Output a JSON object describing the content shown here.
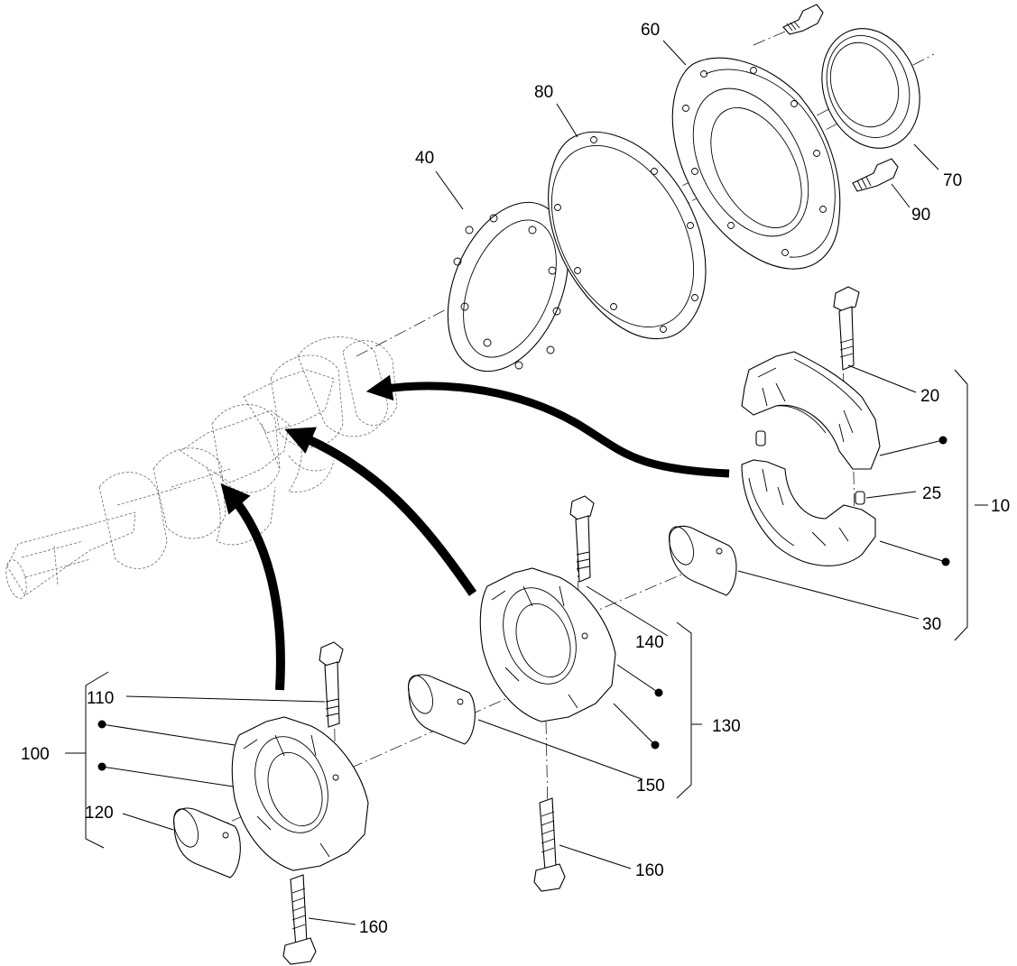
{
  "diagram": {
    "labels": {
      "p10": "10",
      "p20": "20",
      "p25": "25",
      "p30": "30",
      "p40": "40",
      "p60": "60",
      "p70": "70",
      "p80": "80",
      "p90": "90",
      "p100": "100",
      "p110": "110",
      "p120": "120",
      "p130": "130",
      "p140": "140",
      "p150": "150",
      "p160a": "160",
      "p160b": "160"
    }
  }
}
